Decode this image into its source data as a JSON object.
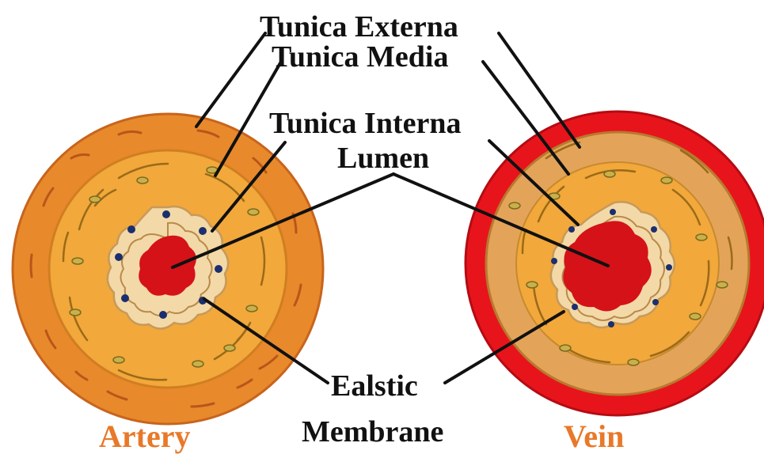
{
  "labels": {
    "tunica_externa": "Tunica Externa",
    "tunica_media": "Tunica Media",
    "tunica_interna": "Tunica Interna",
    "lumen": "Lumen",
    "elastic_line1": "Ealstic",
    "elastic_line2": "Membrane",
    "artery": "Artery",
    "vein": "Vein"
  },
  "colors": {
    "artery_caption": "#e8792a",
    "vein_caption": "#e8792a",
    "artery_outer": "#e8892c",
    "artery_media": "#f2a83a",
    "vein_outer": "#e8141c",
    "vein_media": "#e3a45a",
    "interna": "#f3d9a8",
    "lumen": "#d41218",
    "nuclei": "#1b2f6e",
    "leader": "#111111"
  }
}
